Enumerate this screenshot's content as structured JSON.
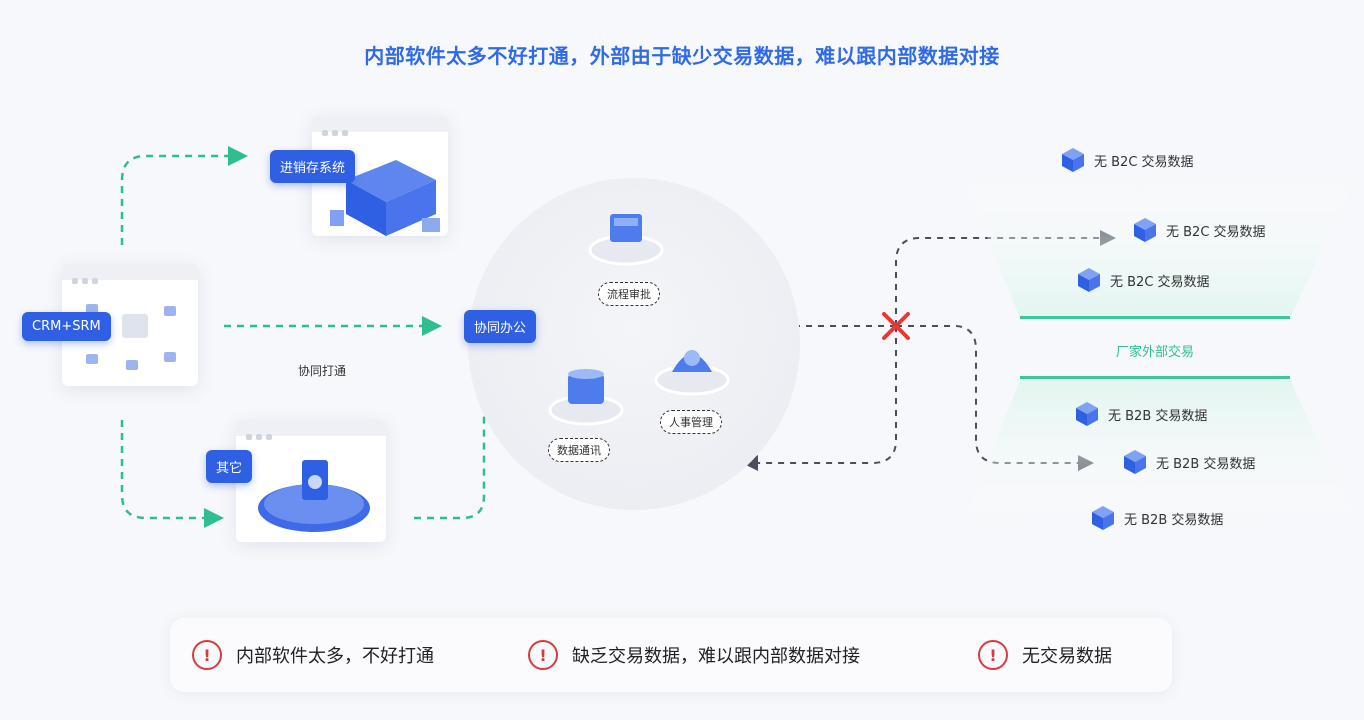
{
  "title": "内部软件太多不好打通，外部由于缺少交易数据，难以跟内部数据对接",
  "left_nodes": {
    "inventory": "进销存系统",
    "crm": "CRM+SRM",
    "other": "其它",
    "sync_label": "协同打通"
  },
  "center": {
    "hub": "协同办公",
    "process": "流程审批",
    "hr": "人事管理",
    "data": "数据通讯"
  },
  "right": {
    "b2c_items": [
      "无 B2C 交易数据",
      "无 B2C 交易数据",
      "无 B2C 交易数据"
    ],
    "factory_label": "厂家外部交易",
    "b2b_items": [
      "无 B2B 交易数据",
      "无 B2B 交易数据",
      "无 B2B 交易数据"
    ]
  },
  "issues": [
    {
      "icon": "warning-icon",
      "text": "内部软件太多，不好打通"
    },
    {
      "icon": "warning-icon",
      "text": "缺乏交易数据，难以跟内部数据对接"
    },
    {
      "icon": "warning-icon",
      "text": "无交易数据"
    }
  ],
  "colors": {
    "brand_blue": "#2f5fe3",
    "title_blue": "#2f6ae8",
    "green_dash": "#2fbf8f",
    "dark_dash": "#4a4f5c",
    "alert_red": "#d93a3a"
  }
}
